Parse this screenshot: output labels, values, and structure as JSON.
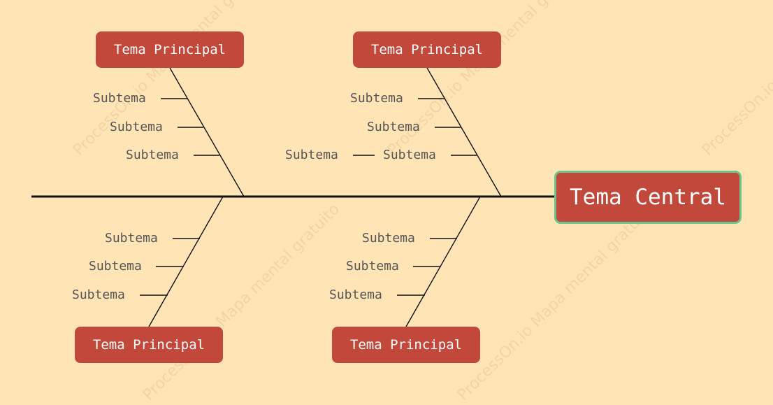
{
  "colors": {
    "background": "#ffe4b5",
    "topic_fill": "#c1483a",
    "central_border": "#6cc58a",
    "topic_text": "#ffffff",
    "subtopic_text": "#555555",
    "line": "#111111"
  },
  "watermark": "ProcessOn.io Mapa mental gratuito",
  "central_topic": "Tema Central",
  "main_topics": [
    {
      "label": "Tema Principal",
      "subtopics": [
        "Subtema",
        "Subtema",
        "Subtema"
      ]
    },
    {
      "label": "Tema Principal",
      "subtopics": [
        "Subtema",
        "Subtema",
        "Subtema"
      ],
      "nested_subtopic": "Subtema"
    },
    {
      "label": "Tema Principal",
      "subtopics": [
        "Subtema",
        "Subtema",
        "Subtema"
      ]
    },
    {
      "label": "Tema Principal",
      "subtopics": [
        "Subtema",
        "Subtema",
        "Subtema"
      ]
    }
  ]
}
